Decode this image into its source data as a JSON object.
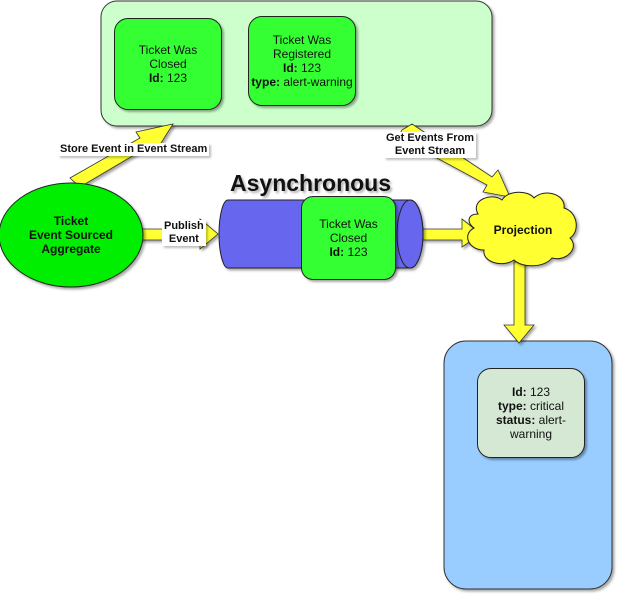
{
  "diagram": {
    "title": "Asynchronous",
    "colors": {
      "event_store_bg": "#ccffcc",
      "event_card": "#33ff33",
      "aggregate": "#00ee00",
      "queue": "#6666ee",
      "arrow": "#ffff33",
      "projection": "#ffff33",
      "read_model_bg": "#99ccff",
      "read_model_card": "#d5e8d4"
    },
    "event_store": {
      "events": [
        {
          "line1": "Ticket Was",
          "line2": "Closed",
          "id_key": "Id:",
          "id_val": " 123"
        },
        {
          "line1": "Ticket Was",
          "line2": "Registered",
          "id_key": "Id:",
          "id_val": " 123",
          "type_key": "type:",
          "type_val": " alert-warning"
        }
      ]
    },
    "aggregate": {
      "line1": "Ticket",
      "line2": "Event Sourced",
      "line3": "Aggregate"
    },
    "queue_event": {
      "line1": "Ticket Was",
      "line2": "Closed",
      "id_key": "Id:",
      "id_val": " 123"
    },
    "projection": {
      "label": "Projection"
    },
    "read_model": {
      "id_key": "Id:",
      "id_val": " 123",
      "type_key": "type:",
      "type_val": " critical",
      "status_key": "status:",
      "status_val": " alert-warning"
    },
    "arrows": {
      "store": "Store Event in Event Stream",
      "publish_line1": "Publish",
      "publish_line2": "Event",
      "get_line1": "Get Events From",
      "get_line2": "Event Stream"
    }
  }
}
